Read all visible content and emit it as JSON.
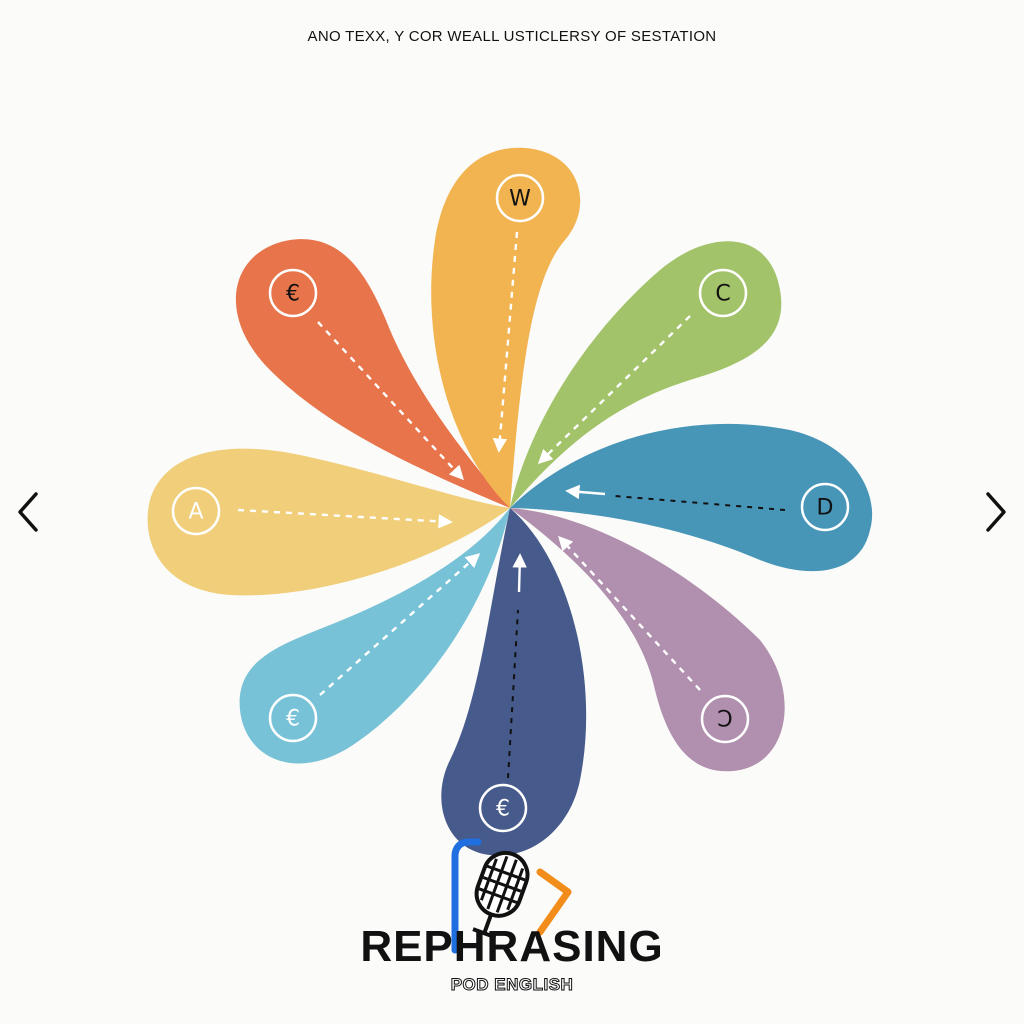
{
  "page": {
    "title": "ANO TEXX, Y COR WEALL USTICLERSY OF SESTATION"
  },
  "petals": [
    {
      "id": "top",
      "label": "W",
      "color": "#f2b450",
      "label_color": "#111111"
    },
    {
      "id": "top-left",
      "label": "€",
      "color": "#e7744a",
      "label_color": "#111111"
    },
    {
      "id": "top-right",
      "label": "C",
      "color": "#a3c36a",
      "label_color": "#111111"
    },
    {
      "id": "right",
      "label": "D",
      "color": "#4796b8",
      "label_color": "#111111"
    },
    {
      "id": "left",
      "label": "A",
      "color": "#f0ce7a",
      "label_color": "#ffffff"
    },
    {
      "id": "bottom-right",
      "label": "Ↄ",
      "color": "#b18fae",
      "label_color": "#111111"
    },
    {
      "id": "bottom-left",
      "label": "€",
      "color": "#78c2d8",
      "label_color": "#ffffff"
    },
    {
      "id": "bottom",
      "label": "€",
      "color": "#465a8b",
      "label_color": "#ffffff"
    }
  ],
  "navigation": {
    "prev_icon": "chevron-left-icon",
    "next_icon": "chevron-right-icon"
  },
  "logo": {
    "title": "REPHRASING",
    "subtitle": "POD ENGLISH",
    "icon": "microphone-icon",
    "accent_blue": "#1f6fe0",
    "accent_orange": "#f28c1a"
  }
}
